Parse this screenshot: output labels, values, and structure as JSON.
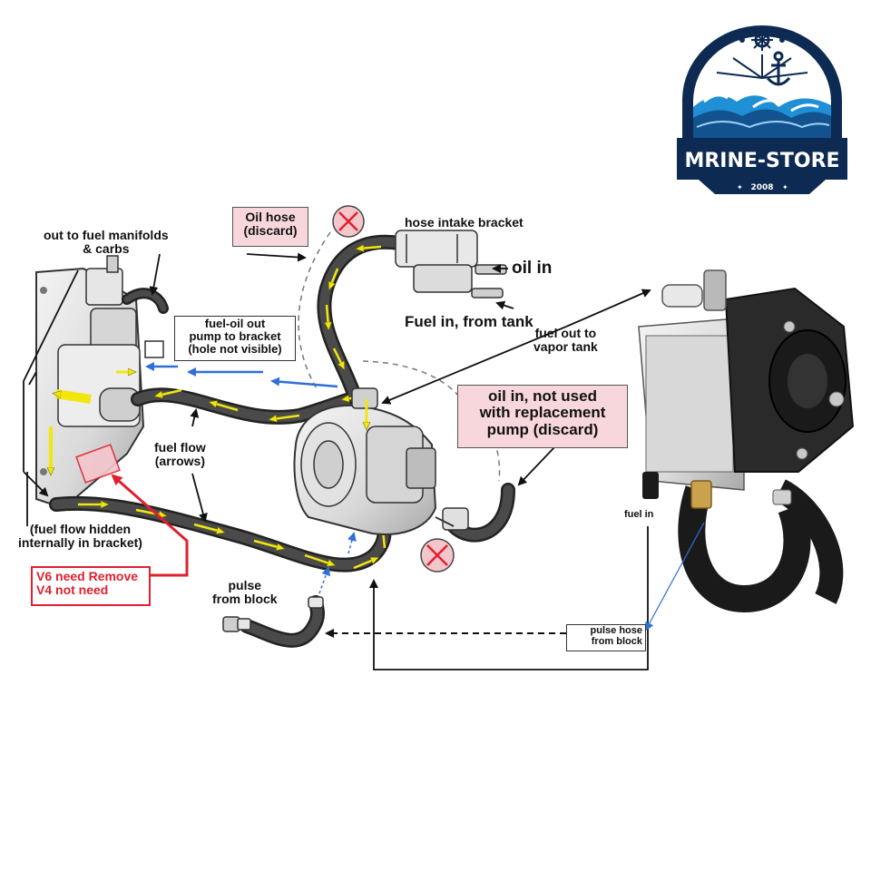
{
  "logo": {
    "brand": "MRINE-STORE",
    "year": "2008"
  },
  "labels": {
    "out_to_fuel": "out to fuel manifolds\n& carbs",
    "oil_hose": "Oil hose\n(discard)",
    "hose_intake_bracket": "hose intake bracket",
    "oil_in": "oil in",
    "fuel_in_from_tank": "Fuel in, from tank",
    "fuel_oil_out": "fuel-oil out\npump to bracket\n(hole not visible)",
    "fuel_out_vapor": "fuel out to\nvapor tank",
    "oil_in_not_used": "oil in, not used\nwith replacement\npump (discard)",
    "fuel_flow_arrows": "fuel flow\n(arrows)",
    "fuel_flow_hidden": "(fuel flow hidden\ninternally in bracket)",
    "v6_v4": "V6 need Remove\nV4 not need",
    "pulse_from_block": "pulse\nfrom block",
    "fuel_in": "fuel in",
    "pulse_hose_from_block": "pulse hose\nfrom block"
  },
  "colors": {
    "hose": "#3a3a3a",
    "flow_arrow": "#f2e60f",
    "blue_arrow": "#2f6fd6",
    "pink_box": "#f8d7dc",
    "red": "#e0202e",
    "logo_navy": "#0d2a52",
    "logo_blue": "#1f8fd6"
  },
  "icons": [
    "anchor-icon",
    "ships-wheel-icon",
    "discard-x-icon"
  ]
}
